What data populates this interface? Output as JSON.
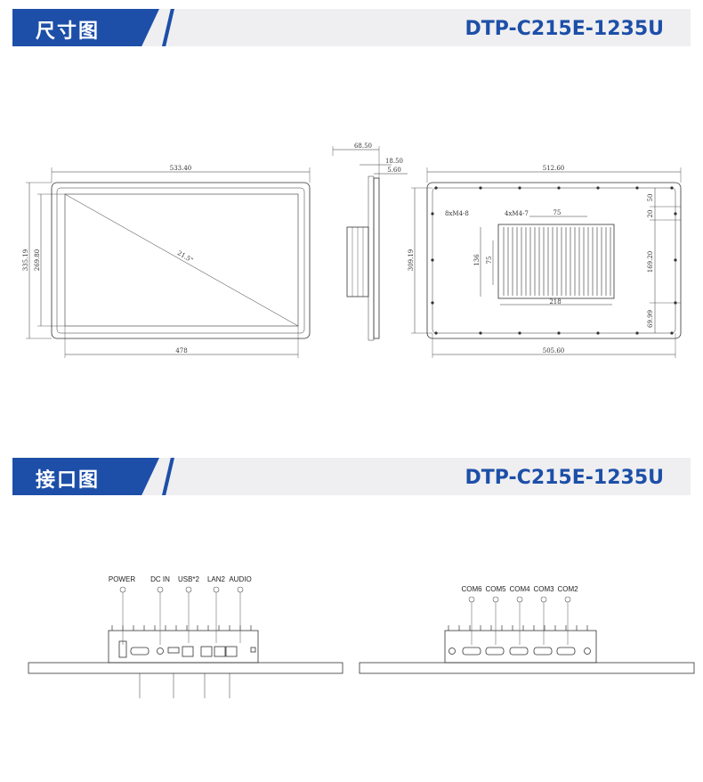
{
  "sections": {
    "dimensions": {
      "title": "尺寸图",
      "model": "DTP-C215E-1235U"
    },
    "interfaces": {
      "title": "接口图",
      "model": "DTP-C215E-1235U"
    }
  },
  "front_view": {
    "width": "533.40",
    "height": "335.19",
    "screen_height": "269.80",
    "screen_width": "478",
    "diagonal": "21.5\""
  },
  "side_view": {
    "depth": "68.50",
    "bezel": "18.50",
    "panel": "5.60"
  },
  "back_view": {
    "width": "512.60",
    "height": "309.19",
    "bottom_width": "505.60",
    "vesa_width": "218",
    "vesa_inner_width": "75",
    "vesa_height": "136",
    "vesa_inner_height": "75",
    "screw_label": "8xM4-8",
    "box_screw_label": "4xM4-7",
    "right_dims": [
      "50",
      "20",
      "169.20",
      "69.99"
    ]
  },
  "left_ports": [
    "POWER",
    "DC IN",
    "USB*2",
    "LAN2",
    "AUDIO"
  ],
  "right_ports": [
    "COM6",
    "COM5",
    "COM4",
    "COM3",
    "COM2"
  ]
}
